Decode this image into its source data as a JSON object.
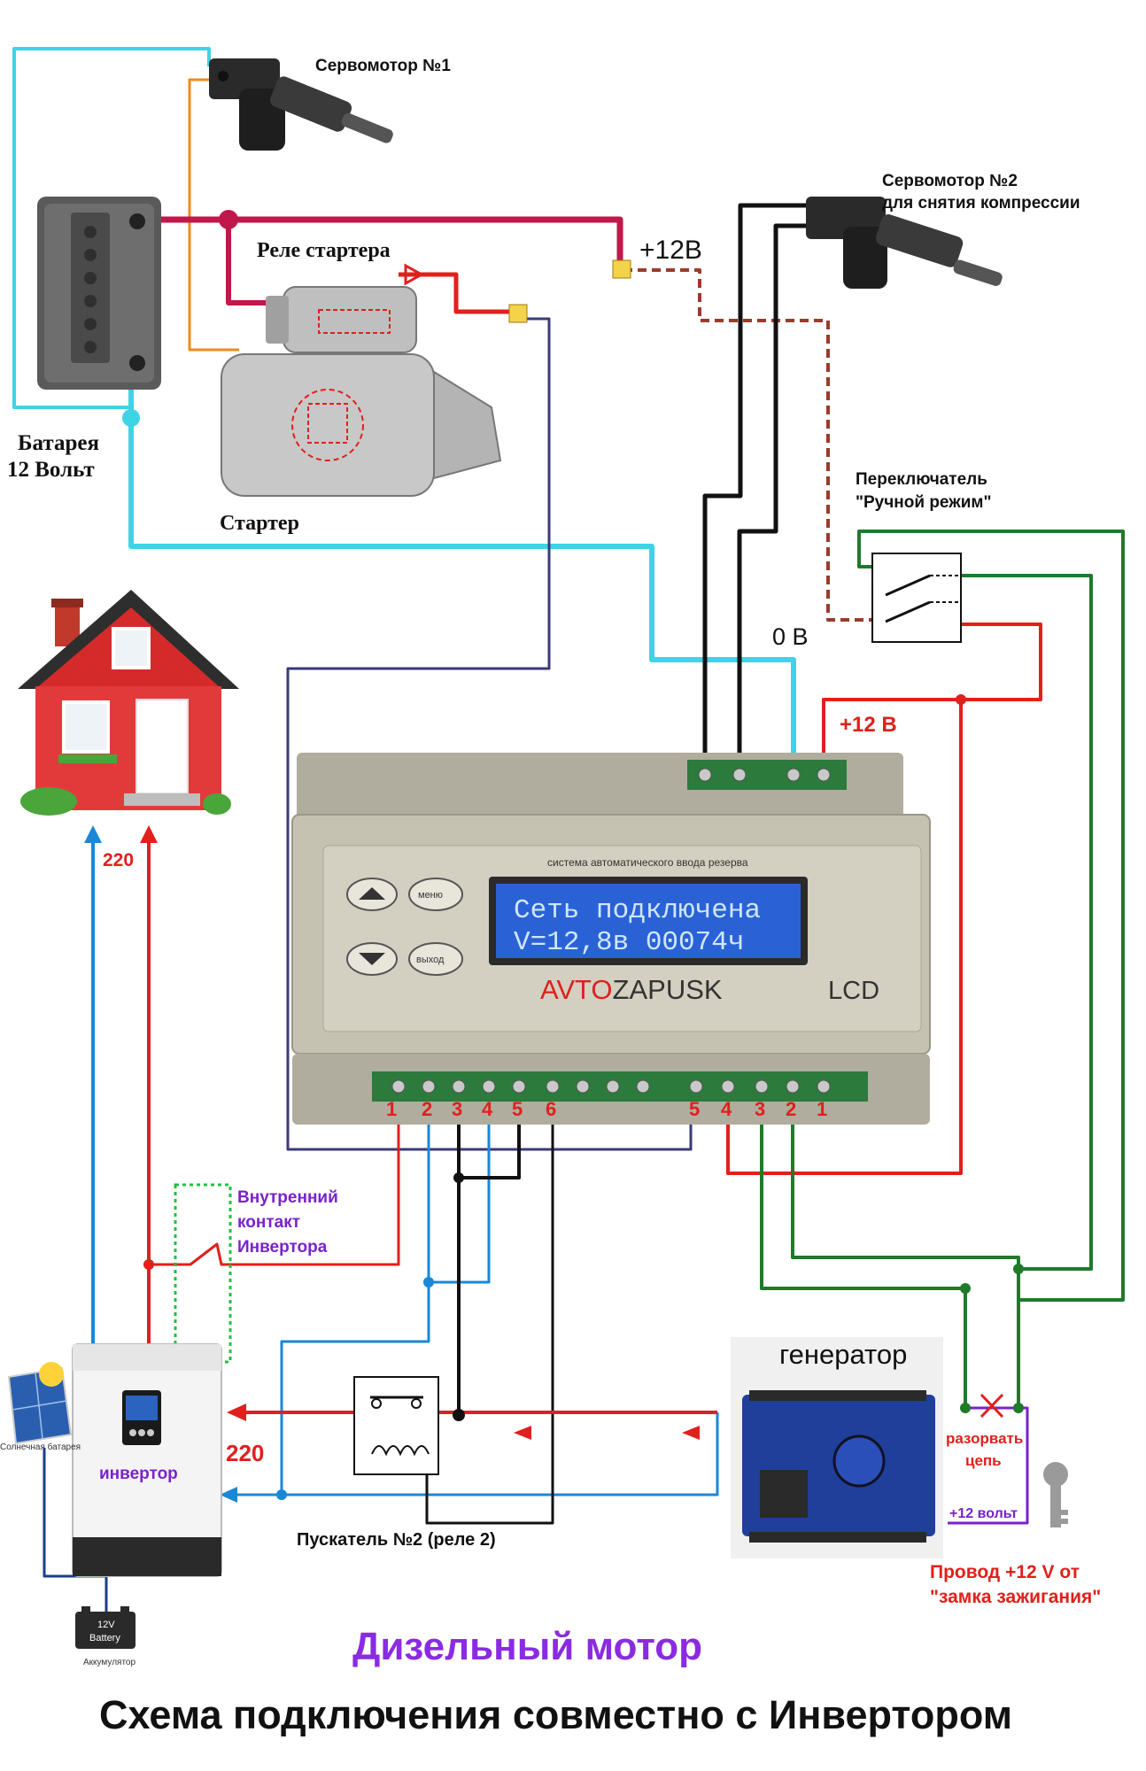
{
  "labels": {
    "servo1": "Сервомотор №1",
    "servo2_line1": "Сервомотор №2",
    "servo2_line2": "для снятия компрессии",
    "starter_relay": "Реле стартера",
    "plus12v_top": "+12В",
    "battery_line1": "Батарея",
    "battery_line2": "12 Вольт",
    "starter": "Стартер",
    "switch_line1": "Переключатель",
    "switch_line2": "\"Ручной режим\"",
    "zero_v": "0 В",
    "plus12v_red": "+12 В",
    "v220_house": "220",
    "v220_inverter": "220",
    "internal_contact_1": "Внутренний",
    "internal_contact_2": "контакт",
    "internal_contact_3": "Инвертора",
    "generator": "генератор",
    "break_circuit_1": "разорвать",
    "break_circuit_2": "цепь",
    "plus12_volt": "+12 вольт",
    "ignition_wire_1": "Провод +12 V  от",
    "ignition_wire_2": "\"замка зажигания\"",
    "contactor2": "Пускатель №2 (реле 2)",
    "inverter": "инвертор",
    "solar_battery": "Солнечная батарея",
    "battery_12v_1": "12V",
    "battery_12v_2": "Battery",
    "accumulator": "Аккумулятор",
    "diesel_motor": "Дизельный мотор",
    "scheme_title": "Схема подключения совместно с Инвертором"
  },
  "controller": {
    "subtitle": "система автоматического ввода резерва",
    "lcd_line1": "Сеть  подключена",
    "lcd_line2": "V=12,8в  00074ч",
    "brand_red": "AVTO",
    "brand_dark": "ZAPUSK",
    "model": "LCD",
    "btn_menu": "меню",
    "btn_exit": "выход",
    "terminals_left": [
      "1",
      "2",
      "3",
      "4",
      "5",
      "6"
    ],
    "terminals_right": [
      "5",
      "4",
      "3",
      "2",
      "1"
    ]
  },
  "colors": {
    "red_wire": "#e0201c",
    "blue_wire": "#1a87d8",
    "cyan_wire": "#3fd3e6",
    "black_wire": "#111111",
    "green_wire": "#1f7a2a",
    "navy_wire": "#3a3a78",
    "orange_wire": "#f08a1c",
    "crimson_wire": "#c0184a",
    "purple_label": "#7a22cc"
  }
}
